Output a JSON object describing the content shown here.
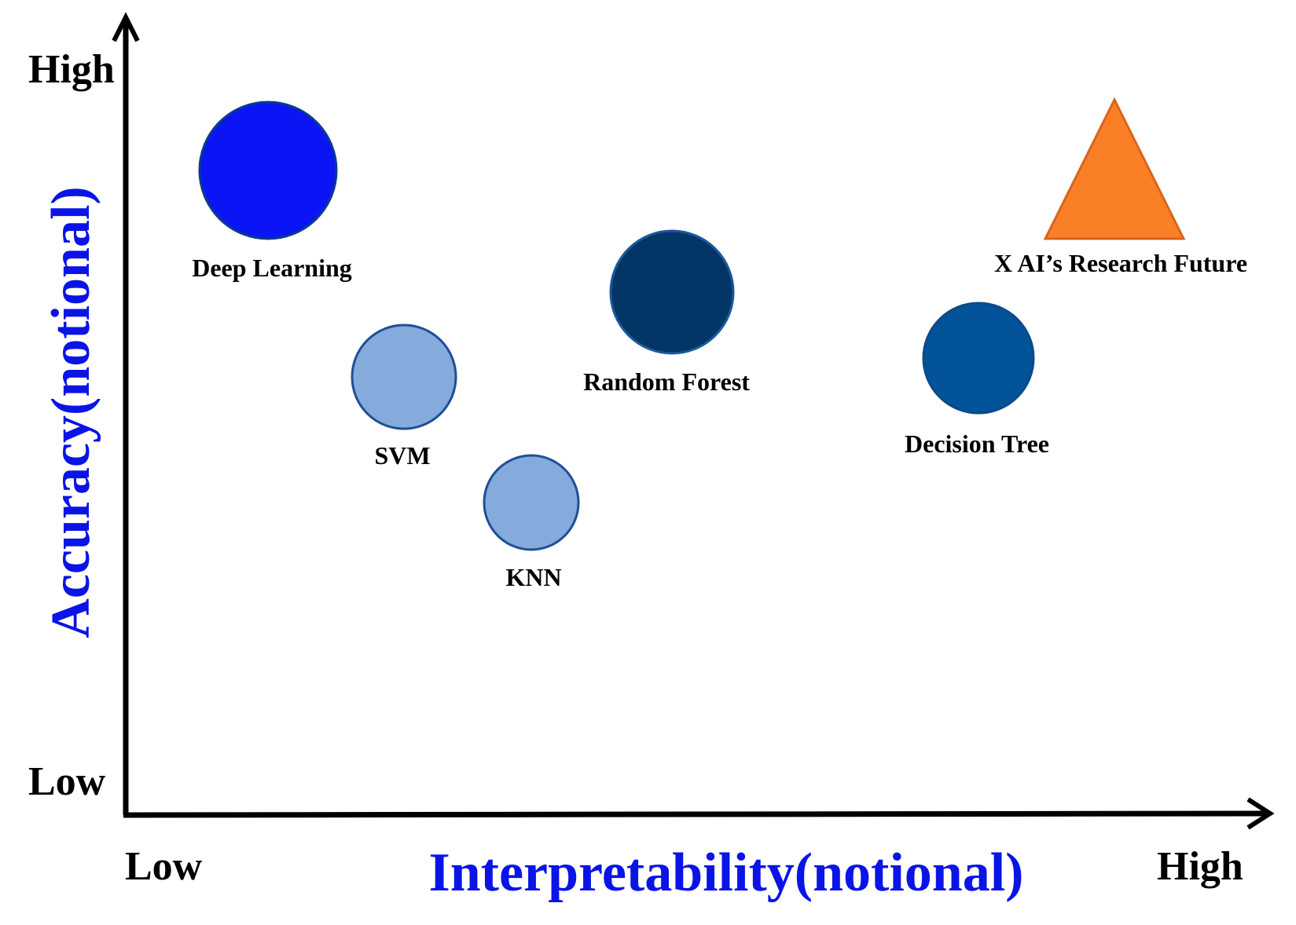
{
  "axes": {
    "x": {
      "title": "Interpretability(notional)",
      "low_label": "Low",
      "high_label": "High"
    },
    "y": {
      "title": "Accuracy(notional)",
      "low_label": "Low",
      "high_label": "High"
    },
    "axis_color": "#000000",
    "title_color": "#0a14e6"
  },
  "items": [
    {
      "label": "Deep Learning",
      "shape": "circle",
      "fill": "#0a14f5",
      "stroke": "#0b3b8c"
    },
    {
      "label": "SVM",
      "shape": "circle",
      "fill": "#85aadc",
      "stroke": "#1f4f96"
    },
    {
      "label": "KNN",
      "shape": "circle",
      "fill": "#85aadc",
      "stroke": "#1f4f96"
    },
    {
      "label": "Random Forest",
      "shape": "circle",
      "fill": "#033566",
      "stroke": "#1a5a9c"
    },
    {
      "label": "Decision Tree",
      "shape": "circle",
      "fill": "#03539a",
      "stroke": "#0a4a88"
    },
    {
      "label": "X AI’s Research Future",
      "shape": "triangle",
      "fill": "#fb7f27",
      "stroke": "#d8641a"
    }
  ]
}
